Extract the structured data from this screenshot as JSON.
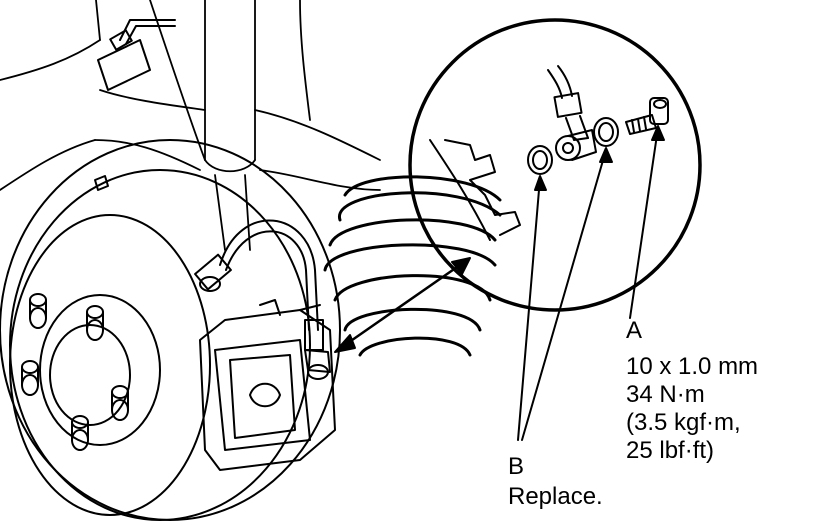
{
  "callout_a": {
    "letter": "A",
    "spec_lines": [
      "10 x 1.0 mm",
      "34 N·m",
      "(3.5 kgf·m,",
      "25 lbf·ft)"
    ]
  },
  "callout_b": {
    "letter": "B",
    "note": "Replace."
  },
  "colors": {
    "line": "#000000",
    "background": "#ffffff"
  }
}
